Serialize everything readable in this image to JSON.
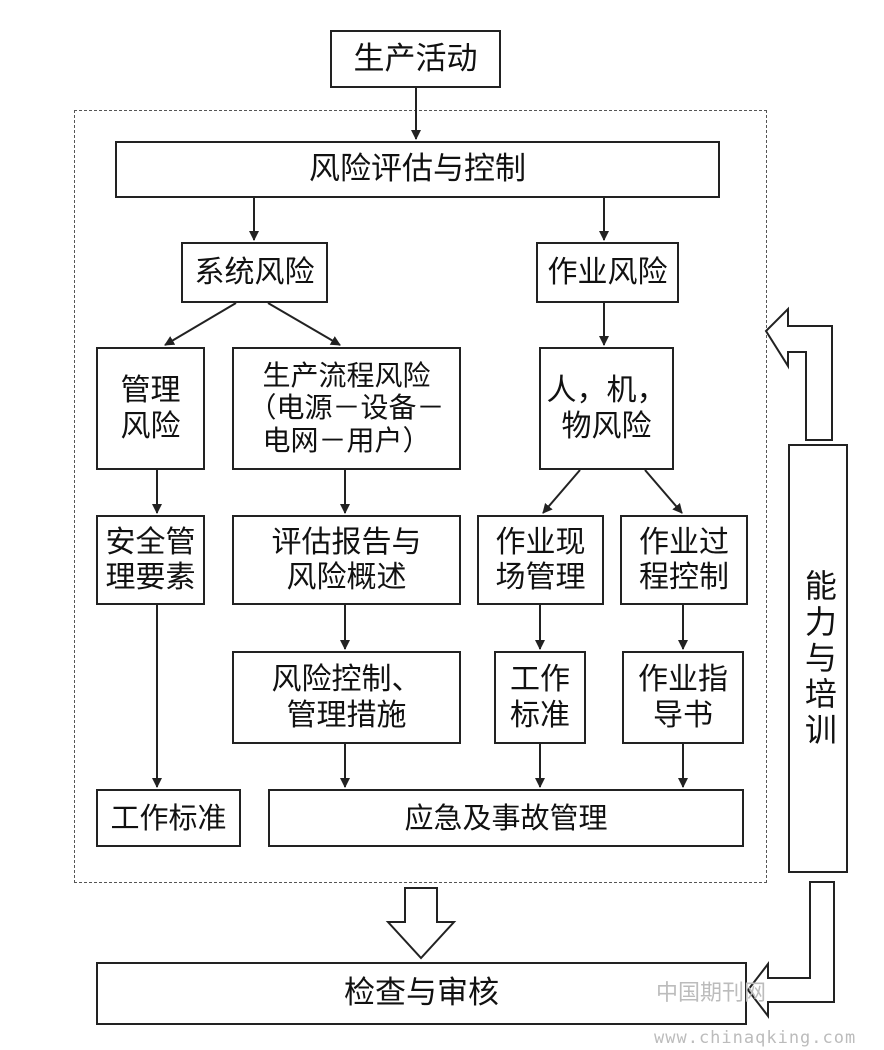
{
  "nodes": {
    "production": "生产活动",
    "risk_eval": "风险评估与控制",
    "system_risk": "系统风险",
    "work_risk": "作业风险",
    "mgmt_risk": [
      "管理",
      "风险"
    ],
    "process_risk": [
      "生产流程风险",
      "（电源－设备－",
      "电网－用户）"
    ],
    "hmo_risk": [
      "人，机，",
      "物风险"
    ],
    "safety_mgmt": [
      "安全管",
      "理要素"
    ],
    "eval_report": [
      "评估报告与",
      "风险概述"
    ],
    "site_mgmt": [
      "作业现",
      "场管理"
    ],
    "process_ctrl": [
      "作业过",
      "程控制"
    ],
    "risk_ctrl": [
      "风险控制、",
      "管理措施"
    ],
    "work_std_mid": [
      "工作",
      "标准"
    ],
    "guide_book": [
      "作业指",
      "导书"
    ],
    "work_std_left": "工作标准",
    "emergency": "应急及事故管理",
    "training": "能力与培训",
    "audit": "检查与审核"
  },
  "watermark": {
    "cn": "中国期刊网",
    "url": "www.chinaqking.com"
  }
}
